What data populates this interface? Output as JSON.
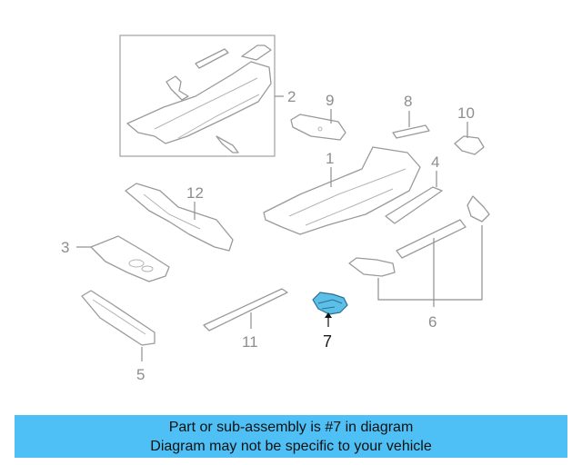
{
  "diagram": {
    "callouts": {
      "c1": "1",
      "c2": "2",
      "c3": "3",
      "c4": "4",
      "c5": "5",
      "c6": "6",
      "c7": "7",
      "c8": "8",
      "c9": "9",
      "c10": "10",
      "c11": "11",
      "c12": "12"
    },
    "highlighted_part": "7",
    "highlight_color": "#5bbfe8"
  },
  "banner": {
    "line1": "Part or sub-assembly is #7 in diagram",
    "line2": "Diagram may not be specific to your vehicle",
    "background": "#4fc0f5"
  }
}
